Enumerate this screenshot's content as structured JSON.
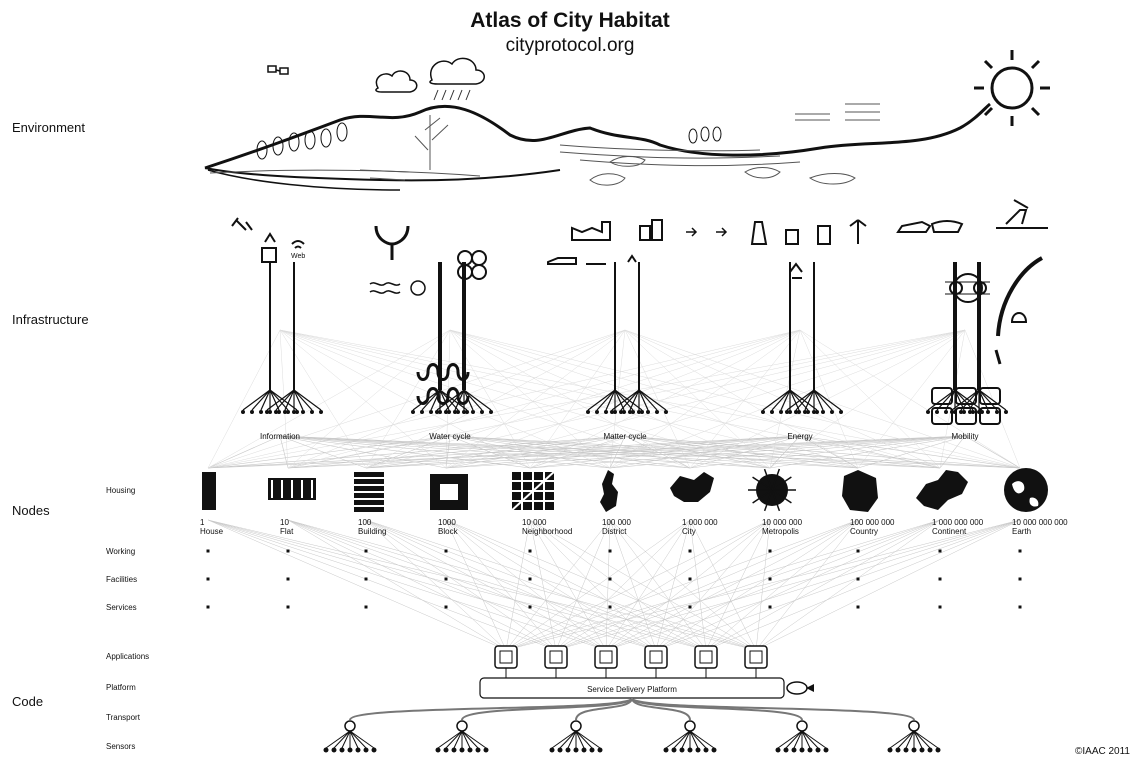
{
  "header": {
    "title": "Atlas of City Habitat",
    "url": "cityprotocol.org"
  },
  "layers": {
    "environment": "Environment",
    "infrastructure": "Infrastructure",
    "nodes": "Nodes",
    "code": "Code"
  },
  "node_rows": [
    "Housing",
    "Working",
    "Facilities",
    "Services"
  ],
  "code_rows": [
    "Applications",
    "Platform",
    "Transport",
    "Sensors"
  ],
  "infrastructure_systems": [
    "Information",
    "Water cycle",
    "Matter cycle",
    "Energy",
    "Mobility"
  ],
  "infrastructure_tags": {
    "info_tag": "Web"
  },
  "nodes": [
    {
      "count": "1",
      "name": "House"
    },
    {
      "count": "10",
      "name": "Flat"
    },
    {
      "count": "100",
      "name": "Building"
    },
    {
      "count": "1000",
      "name": "Block"
    },
    {
      "count": "10 000",
      "name": "Neighborhood"
    },
    {
      "count": "100 000",
      "name": "District"
    },
    {
      "count": "1 000 000",
      "name": "City"
    },
    {
      "count": "10 000 000",
      "name": "Metropolis"
    },
    {
      "count": "100 000 000",
      "name": "Country"
    },
    {
      "count": "1 000 000 000",
      "name": "Continent"
    },
    {
      "count": "10 000 000 000",
      "name": "Earth"
    }
  ],
  "code": {
    "platform_label": "Service Delivery Platform"
  },
  "footer": {
    "copyright": "©IAAC 2011"
  },
  "colors": {
    "ink": "#111111",
    "line": "#bdbdbd",
    "paper": "#ffffff"
  }
}
